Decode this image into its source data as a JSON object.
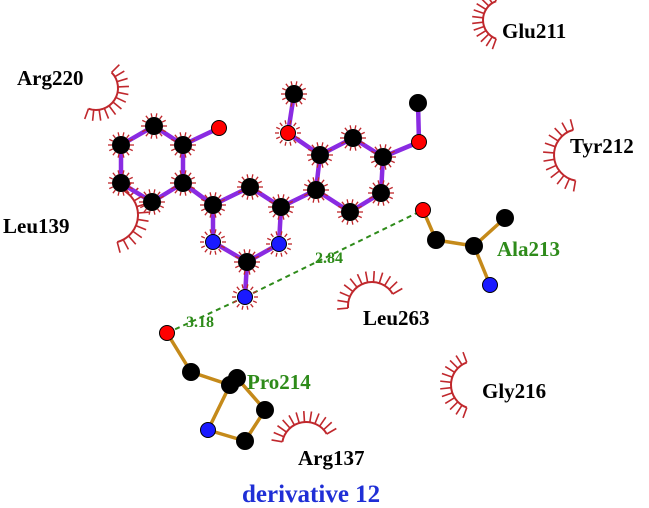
{
  "diagram": {
    "caption": "derivative 12",
    "colors": {
      "ligand_bond": "#8a2be2",
      "residue_bond": "#c58a1a",
      "carbon": "#000000",
      "oxygen": "#ff0000",
      "nitrogen": "#1a1aff",
      "hydrophobic_contact": "#c0282d",
      "hbond": "#2e8b1a",
      "caption": "#1f2fd6"
    },
    "hydrophobic_residues": [
      {
        "label": "Glu211"
      },
      {
        "label": "Arg220"
      },
      {
        "label": "Tyr212"
      },
      {
        "label": "Leu139"
      },
      {
        "label": "Leu263"
      },
      {
        "label": "Gly216"
      },
      {
        "label": "Arg137"
      }
    ],
    "hbond_residues": [
      {
        "label": "Ala213"
      },
      {
        "label": "Pro214"
      }
    ],
    "hbonds": [
      {
        "distance": "2.84"
      },
      {
        "distance": "3.18"
      }
    ]
  }
}
